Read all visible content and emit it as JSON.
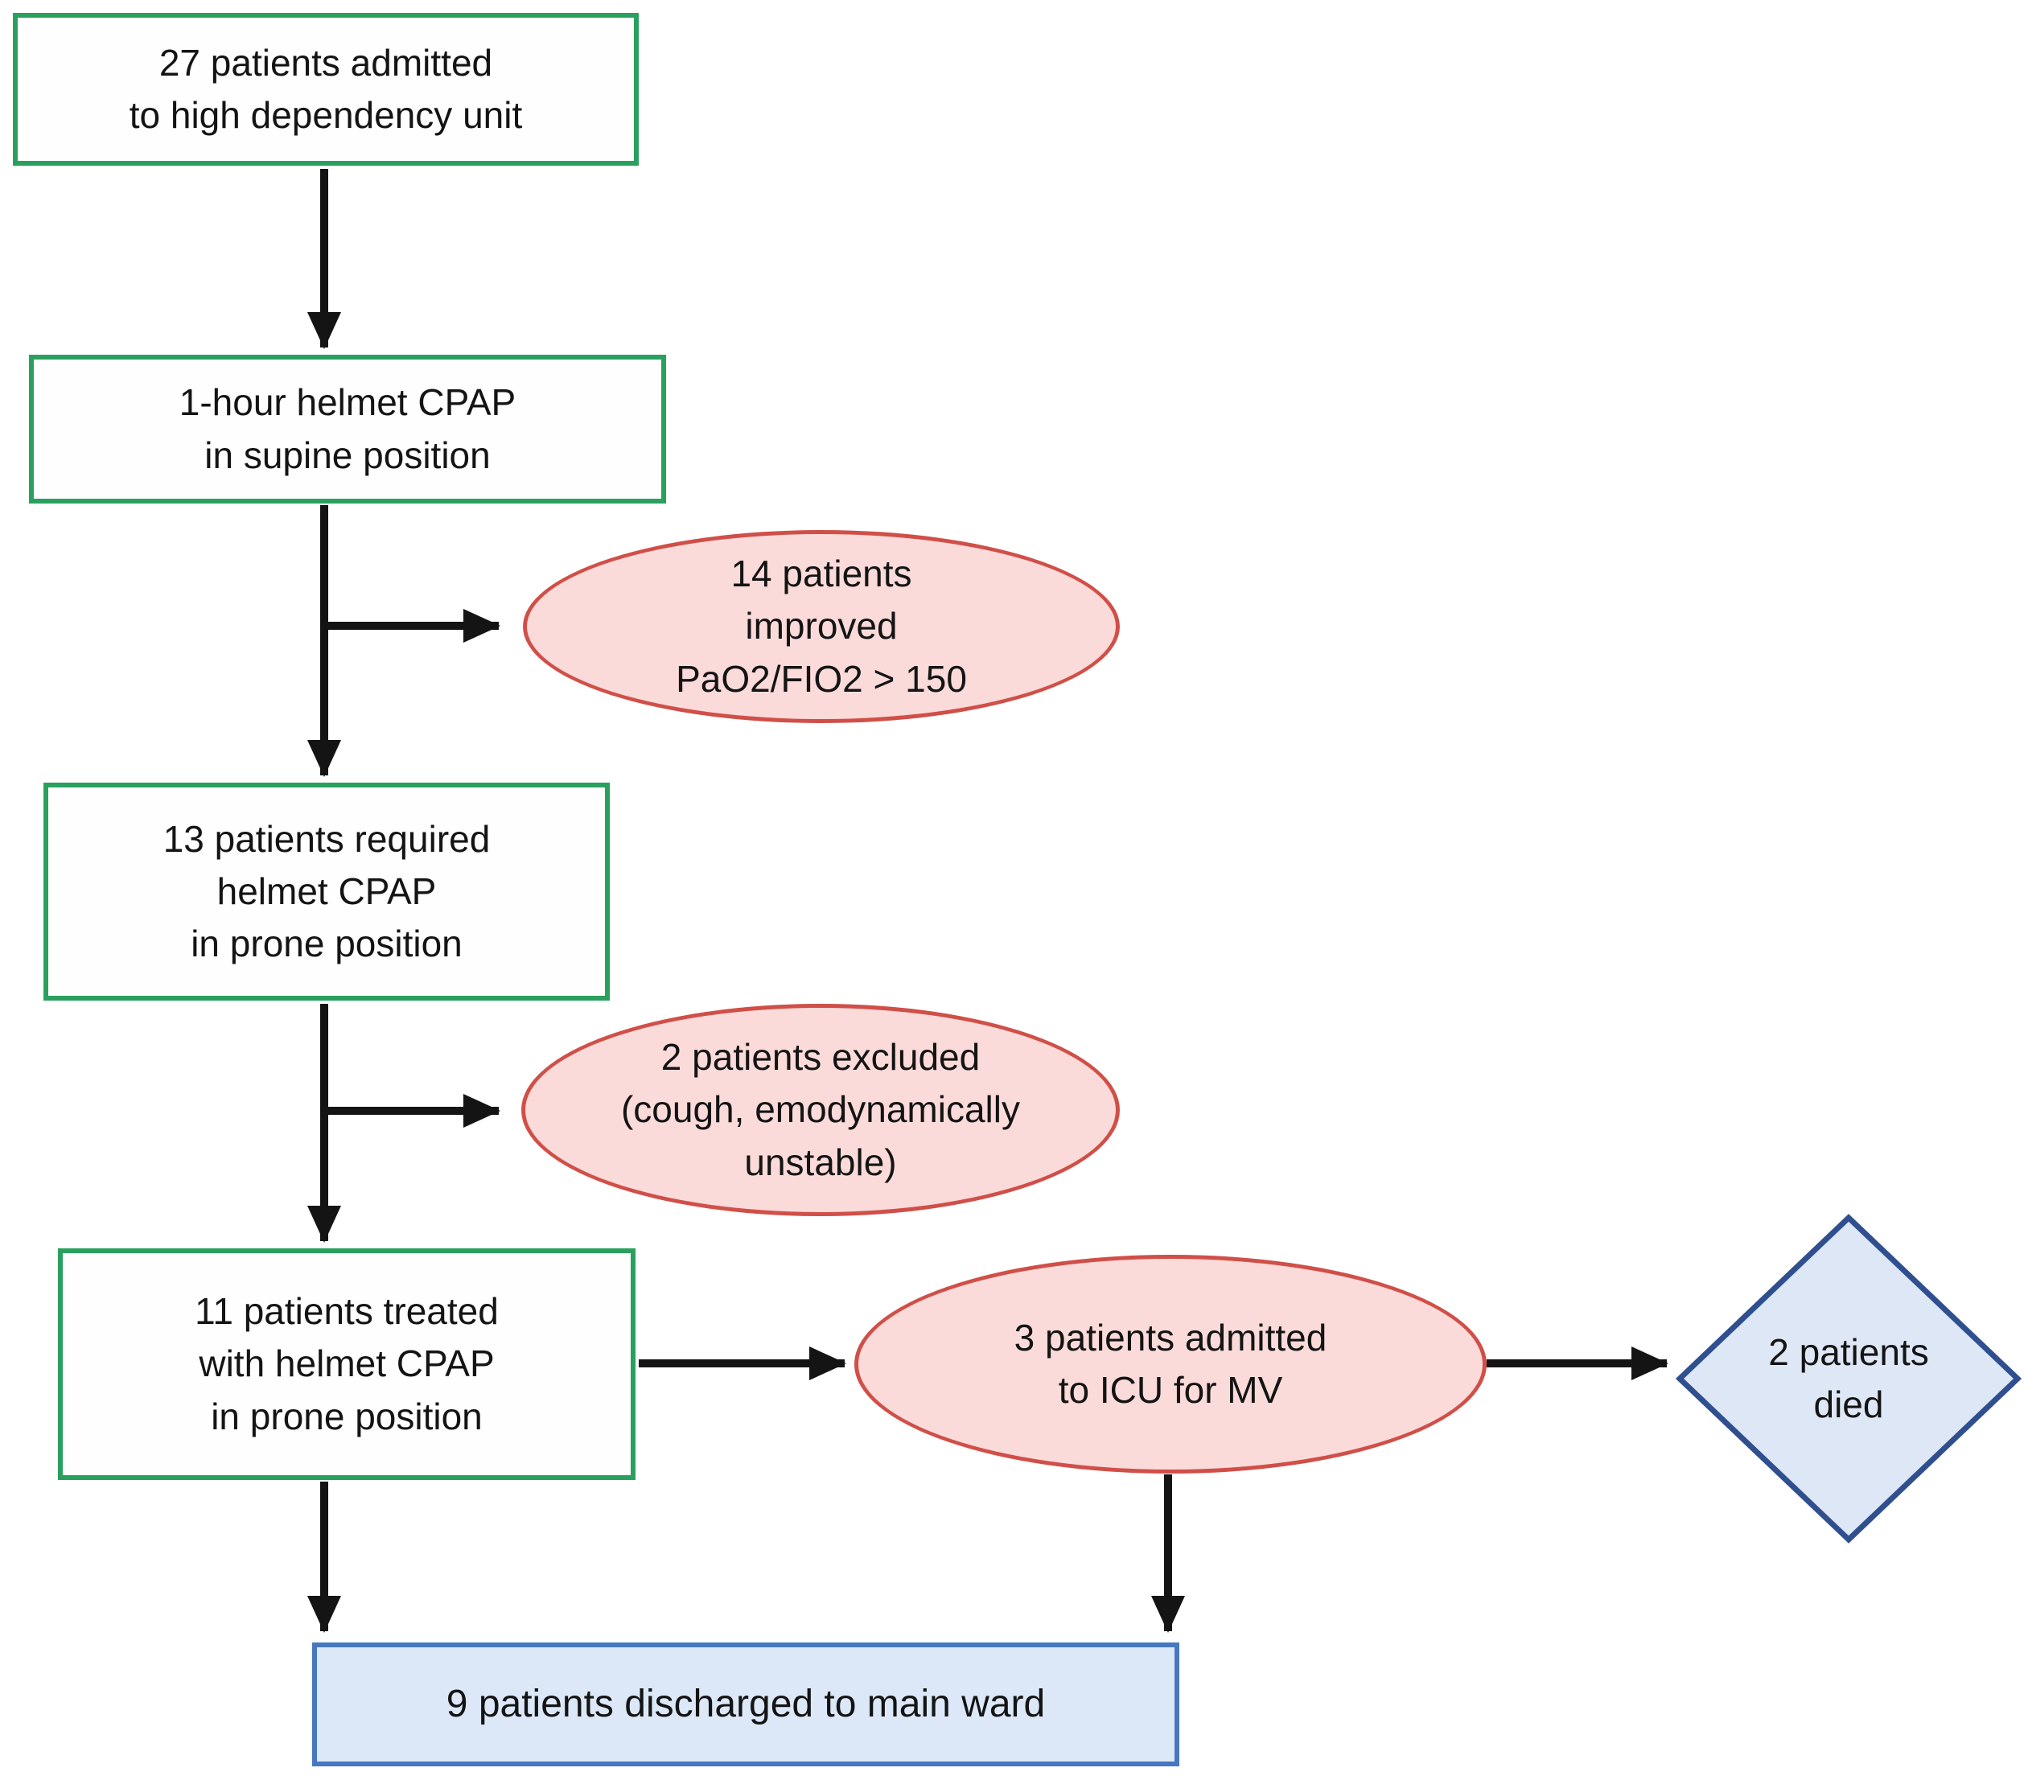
{
  "figure": {
    "type": "flowchart",
    "description": "Patient flow diagram for helmet CPAP treatment"
  },
  "colors": {
    "green": "#2aa05f",
    "ink": "#141414",
    "pink_fill": "#fbdbd9",
    "pink_border": "#d04f48",
    "diamond_fill": "#dee7f6",
    "diamond_border": "#2f4f8f",
    "blue_fill": "#dce8f8",
    "blue_border": "#4677c0"
  },
  "nodes": {
    "admitted": {
      "shape": "rect-green",
      "text": "27 patients admitted\nto high dependency unit"
    },
    "supine_cpap": {
      "shape": "rect-green",
      "text": "1-hour helmet CPAP\nin supine position"
    },
    "improved": {
      "shape": "ellipse",
      "text": "14 patients\nimproved\nPaO2/FIO2 > 150"
    },
    "prone_required": {
      "shape": "rect-green",
      "text": "13 patients required\nhelmet CPAP\nin prone position"
    },
    "excluded": {
      "shape": "ellipse",
      "text": "2 patients excluded\n(cough, emodynamically\nunstable)"
    },
    "prone_treated": {
      "shape": "rect-green",
      "text": "11 patients treated\nwith helmet CPAP\nin prone position"
    },
    "icu": {
      "shape": "ellipse",
      "text": "3 patients admitted\nto ICU for MV"
    },
    "died": {
      "shape": "diamond",
      "text": "2 patients\ndied"
    },
    "discharged": {
      "shape": "rect-blue",
      "text": "9 patients discharged to main ward"
    }
  },
  "edges": [
    {
      "from": "admitted",
      "to": "supine_cpap"
    },
    {
      "from": "supine_cpap",
      "to": "improved"
    },
    {
      "from": "supine_cpap",
      "to": "prone_required"
    },
    {
      "from": "prone_required",
      "to": "excluded"
    },
    {
      "from": "prone_required",
      "to": "prone_treated"
    },
    {
      "from": "prone_treated",
      "to": "icu"
    },
    {
      "from": "icu",
      "to": "died"
    },
    {
      "from": "icu",
      "to": "discharged"
    },
    {
      "from": "prone_treated",
      "to": "discharged"
    }
  ]
}
